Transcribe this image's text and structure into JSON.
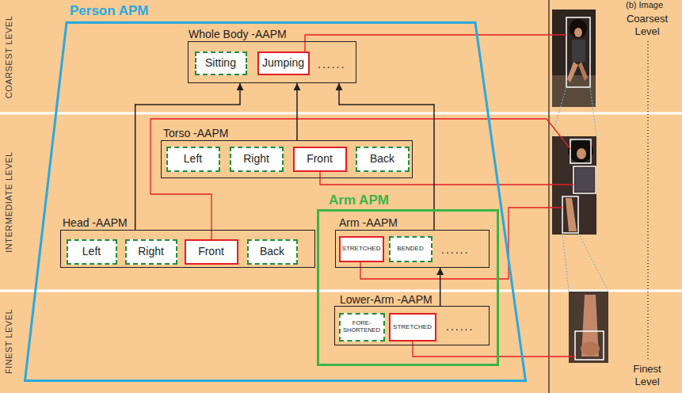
{
  "diagram": {
    "nodes": [
      {
        "text": [
          "Person APM"
        ]
      },
      {
        "text": [
          "Whole Body -AAPM",
          "......"
        ],
        "in": 0
      },
      {
        "text": [
          "Sitting"
        ],
        "in": 1
      },
      {
        "text": [
          "Jumping"
        ],
        "in": 1
      },
      {
        "text": [
          "Torso -AAPM"
        ],
        "in": 0
      },
      {
        "text": [
          "Left"
        ],
        "in": 4
      },
      {
        "text": [
          "Right"
        ],
        "in": 4
      },
      {
        "text": [
          "Front"
        ],
        "in": 4
      },
      {
        "text": [
          "Back"
        ],
        "in": 4
      },
      {
        "text": [
          "Head -AAPM"
        ],
        "in": 0
      },
      {
        "text": [
          "Left"
        ],
        "in": 9
      },
      {
        "text": [
          "Right"
        ],
        "in": 9
      },
      {
        "text": [
          "Front"
        ],
        "in": 9
      },
      {
        "text": [
          "Back"
        ],
        "in": 9
      },
      {
        "text": [
          "Arm APM"
        ],
        "in": 0
      },
      {
        "text": [
          "Arm -AAPM",
          "......"
        ],
        "in": 14
      },
      {
        "text": [
          "STRETCHED"
        ],
        "in": 15
      },
      {
        "text": [
          "BENDED"
        ],
        "in": 15
      },
      {
        "text": [
          "Lower-Arm -AAPM",
          "......"
        ],
        "in": 14
      },
      {
        "text": [
          "FORE-SHORTENED"
        ],
        "in": 18
      },
      {
        "text": [
          "STRETCHED"
        ],
        "in": 18
      }
    ],
    "edges": [
      {
        "from": 9,
        "to": 1,
        "arrow": "to"
      },
      {
        "from": 4,
        "to": 1,
        "arrow": "to"
      },
      {
        "from": 15,
        "to": 1,
        "arrow": "to"
      },
      {
        "from": 18,
        "to": 15,
        "arrow": "to"
      }
    ],
    "labels": [
      "COARSEST LEVEL",
      "INTERMEDIATE LEVEL",
      "FINEST LEVEL",
      "(b) Image",
      "Coarsest Level",
      "Finest Level"
    ]
  }
}
